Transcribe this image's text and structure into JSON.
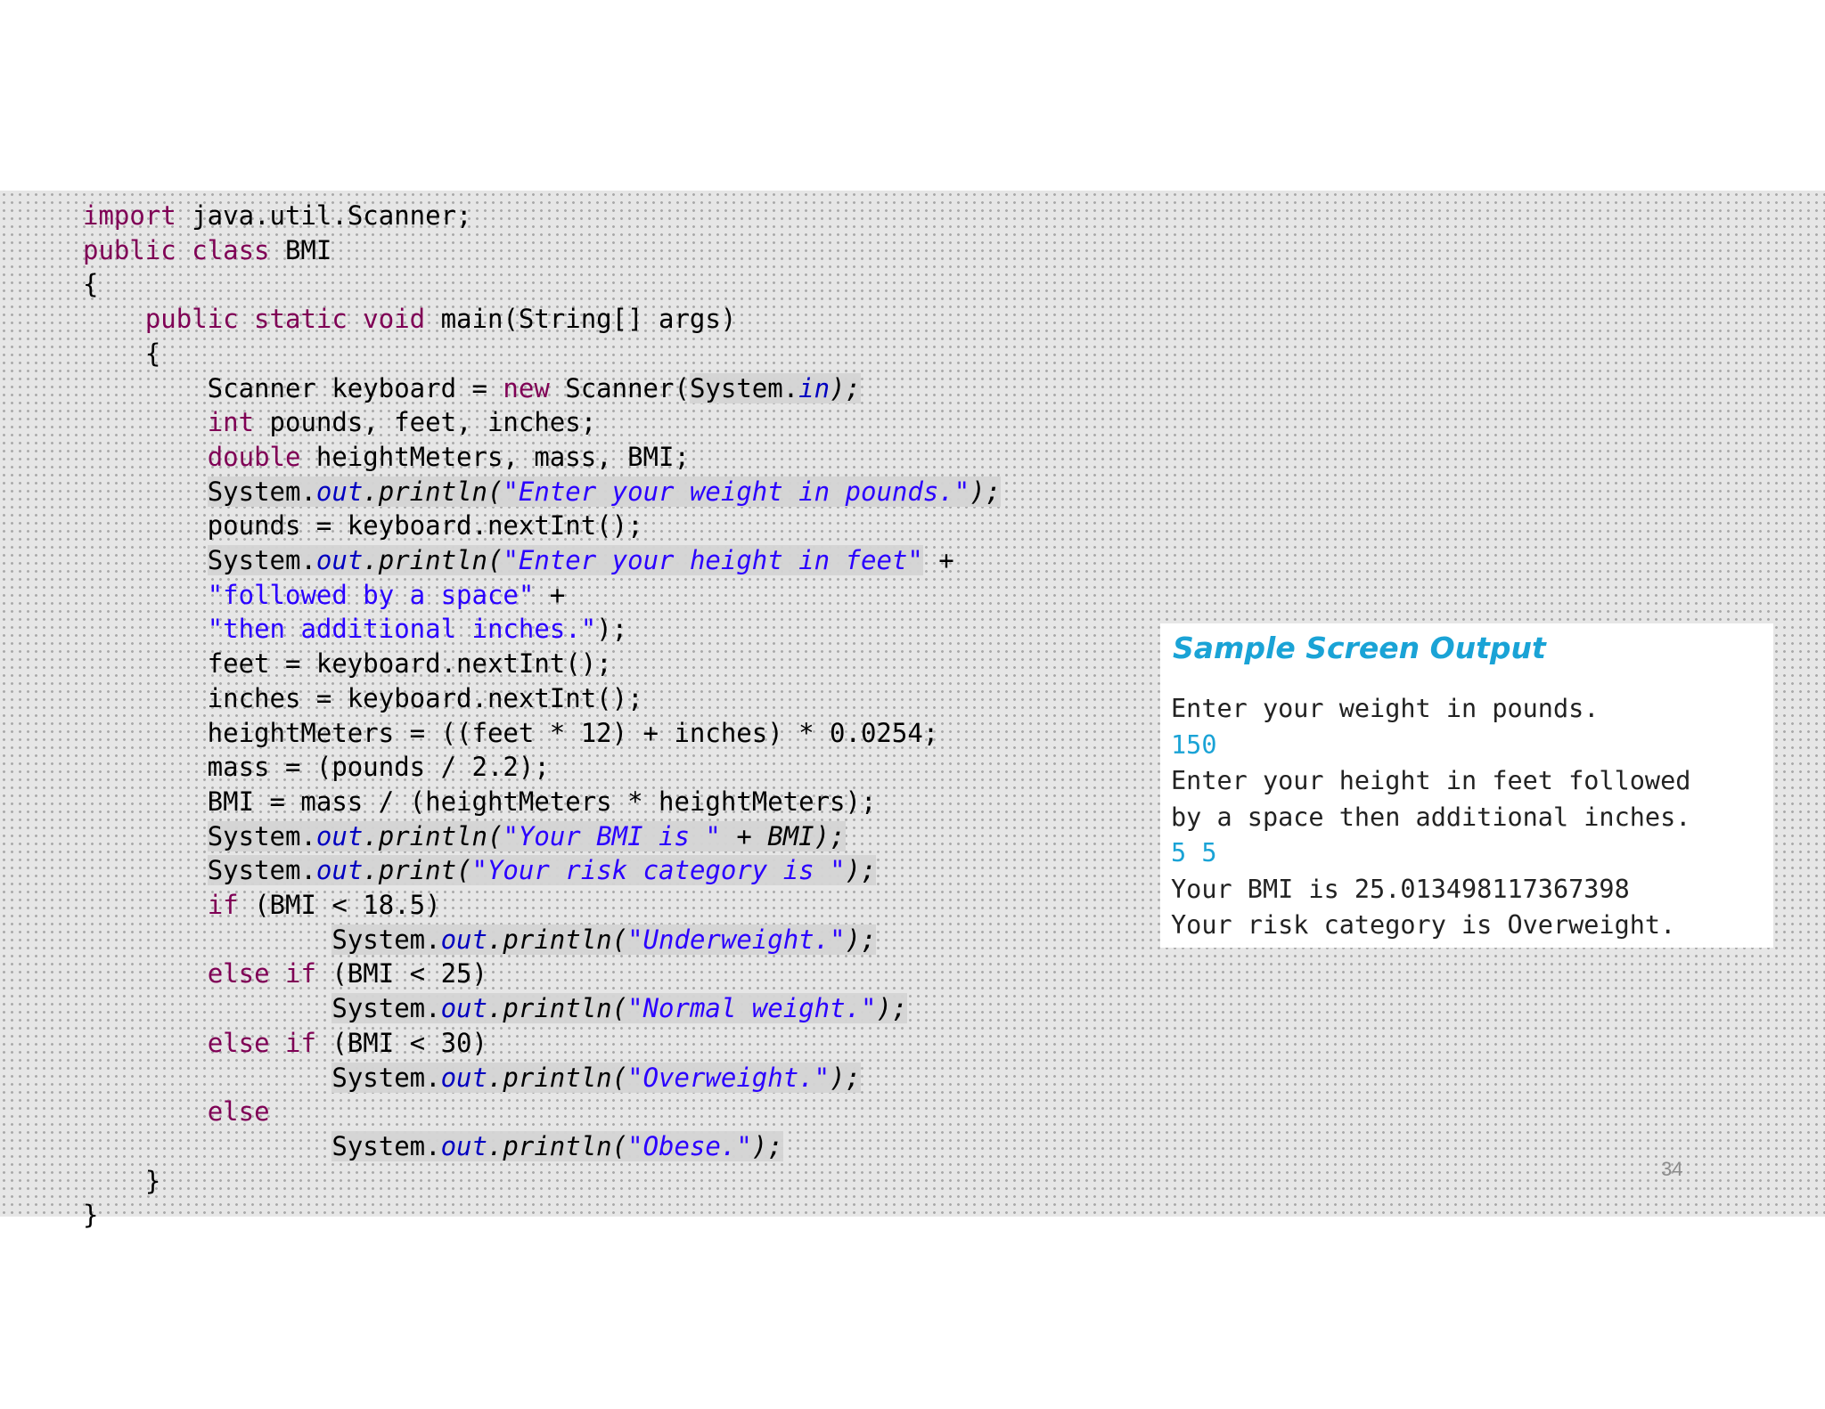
{
  "code": {
    "lines": [
      [
        {
          "t": "import",
          "c": "kw"
        },
        {
          "t": " java.util.Scanner;"
        }
      ],
      [
        {
          "t": "public class",
          "c": "kw"
        },
        {
          "t": " BMI"
        }
      ],
      [
        {
          "t": "{"
        }
      ],
      [
        {
          "t": "    "
        },
        {
          "t": "public static void",
          "c": "kw"
        },
        {
          "t": " main(String[] args)"
        }
      ],
      [
        {
          "t": "    {"
        }
      ],
      [
        {
          "t": "        Scanner keyboard = "
        },
        {
          "t": "new",
          "c": "kw"
        },
        {
          "t": " Scanner("
        },
        {
          "t": "System.",
          "c": "hl"
        },
        {
          "t": "in",
          "c": "fld hl"
        },
        {
          "t": ");",
          "c": "ital hl"
        }
      ],
      [
        {
          "t": "        "
        },
        {
          "t": "int",
          "c": "kw"
        },
        {
          "t": " pounds, feet, inches;"
        }
      ],
      [
        {
          "t": "        "
        },
        {
          "t": "double",
          "c": "kw"
        },
        {
          "t": " heightMeters, mass, BMI;"
        }
      ],
      [
        {
          "t": "        "
        },
        {
          "t": "System.",
          "c": "hl"
        },
        {
          "t": "out",
          "c": "fld hl"
        },
        {
          "t": ".println(",
          "c": "ital hl"
        },
        {
          "t": "\"Enter your weight in pounds.\"",
          "c": "str ital hl"
        },
        {
          "t": ");",
          "c": "ital hl"
        }
      ],
      [
        {
          "t": "        pounds = keyboard.nextInt();"
        }
      ],
      [
        {
          "t": "        "
        },
        {
          "t": "System.",
          "c": "hl"
        },
        {
          "t": "out",
          "c": "fld hl"
        },
        {
          "t": ".println(",
          "c": "ital hl"
        },
        {
          "t": "\"Enter your height in feet\"",
          "c": "str ital hl"
        },
        {
          "t": " +"
        }
      ],
      [
        {
          "t": "        "
        },
        {
          "t": "\"followed by a space\"",
          "c": "str"
        },
        {
          "t": " +"
        }
      ],
      [
        {
          "t": "        "
        },
        {
          "t": "\"then additional inches.\"",
          "c": "str"
        },
        {
          "t": ");"
        }
      ],
      [
        {
          "t": "        feet = keyboard.nextInt();"
        }
      ],
      [
        {
          "t": "        inches = keyboard.nextInt();"
        }
      ],
      [
        {
          "t": "        heightMeters = ((feet * 12) + inches) * 0.0254;"
        }
      ],
      [
        {
          "t": "        mass = (pounds / 2.2);"
        }
      ],
      [
        {
          "t": "        BMI = mass / (heightMeters * heightMeters);"
        }
      ],
      [
        {
          "t": "        "
        },
        {
          "t": "System.",
          "c": "hl"
        },
        {
          "t": "out",
          "c": "fld hl"
        },
        {
          "t": ".println(",
          "c": "ital hl"
        },
        {
          "t": "\"Your BMI is \"",
          "c": "str ital hl"
        },
        {
          "t": " + BMI);",
          "c": "ital hl"
        }
      ],
      [
        {
          "t": "        "
        },
        {
          "t": "System.",
          "c": "hl"
        },
        {
          "t": "out",
          "c": "fld hl"
        },
        {
          "t": ".print(",
          "c": "ital hl"
        },
        {
          "t": "\"Your risk category is \"",
          "c": "str ital hl"
        },
        {
          "t": ");",
          "c": "ital hl"
        }
      ],
      [
        {
          "t": "        "
        },
        {
          "t": "if",
          "c": "kw"
        },
        {
          "t": " (BMI < 18.5)"
        }
      ],
      [
        {
          "t": "                "
        },
        {
          "t": "System.",
          "c": "hl"
        },
        {
          "t": "out",
          "c": "fld hl"
        },
        {
          "t": ".println(",
          "c": "ital hl"
        },
        {
          "t": "\"Underweight.\"",
          "c": "str ital hl"
        },
        {
          "t": ");",
          "c": "ital hl"
        }
      ],
      [
        {
          "t": "        "
        },
        {
          "t": "else if",
          "c": "kw"
        },
        {
          "t": " (BMI < 25)"
        }
      ],
      [
        {
          "t": "                "
        },
        {
          "t": "System.",
          "c": "hl"
        },
        {
          "t": "out",
          "c": "fld hl"
        },
        {
          "t": ".println(",
          "c": "ital hl"
        },
        {
          "t": "\"Normal weight.\"",
          "c": "str ital hl"
        },
        {
          "t": ");",
          "c": "ital hl"
        }
      ],
      [
        {
          "t": "        "
        },
        {
          "t": "else if",
          "c": "kw"
        },
        {
          "t": " (BMI < 30)"
        }
      ],
      [
        {
          "t": "                "
        },
        {
          "t": "System.",
          "c": "hl"
        },
        {
          "t": "out",
          "c": "fld hl"
        },
        {
          "t": ".println(",
          "c": "ital hl"
        },
        {
          "t": "\"Overweight.\"",
          "c": "str ital hl"
        },
        {
          "t": ");",
          "c": "ital hl"
        }
      ],
      [
        {
          "t": "        "
        },
        {
          "t": "else",
          "c": "kw"
        }
      ],
      [
        {
          "t": "                "
        },
        {
          "t": "System.",
          "c": "hl"
        },
        {
          "t": "out",
          "c": "fld hl"
        },
        {
          "t": ".println(",
          "c": "ital hl"
        },
        {
          "t": "\"Obese.\"",
          "c": "str ital hl"
        },
        {
          "t": ");",
          "c": "ital hl"
        }
      ],
      [
        {
          "t": "    }"
        }
      ],
      [
        {
          "t": "}"
        }
      ]
    ]
  },
  "sample_output": {
    "title": "Sample Screen Output",
    "lines": [
      {
        "text": "Enter your weight in pounds.",
        "kind": "output"
      },
      {
        "text": "150",
        "kind": "input"
      },
      {
        "text": "Enter your height in feet followed",
        "kind": "output"
      },
      {
        "text": "by a space then additional inches.",
        "kind": "output"
      },
      {
        "text": "5 5",
        "kind": "input"
      },
      {
        "text": "Your BMI is 25.013498117367398",
        "kind": "output"
      },
      {
        "text": "Your risk category is Overweight.",
        "kind": "output"
      }
    ]
  },
  "slide": {
    "page_number": "34"
  },
  "colors": {
    "keyword": "#7f0055",
    "string": "#2a00ff",
    "field": "#0000c0",
    "output_accent": "#1aa3d6"
  }
}
